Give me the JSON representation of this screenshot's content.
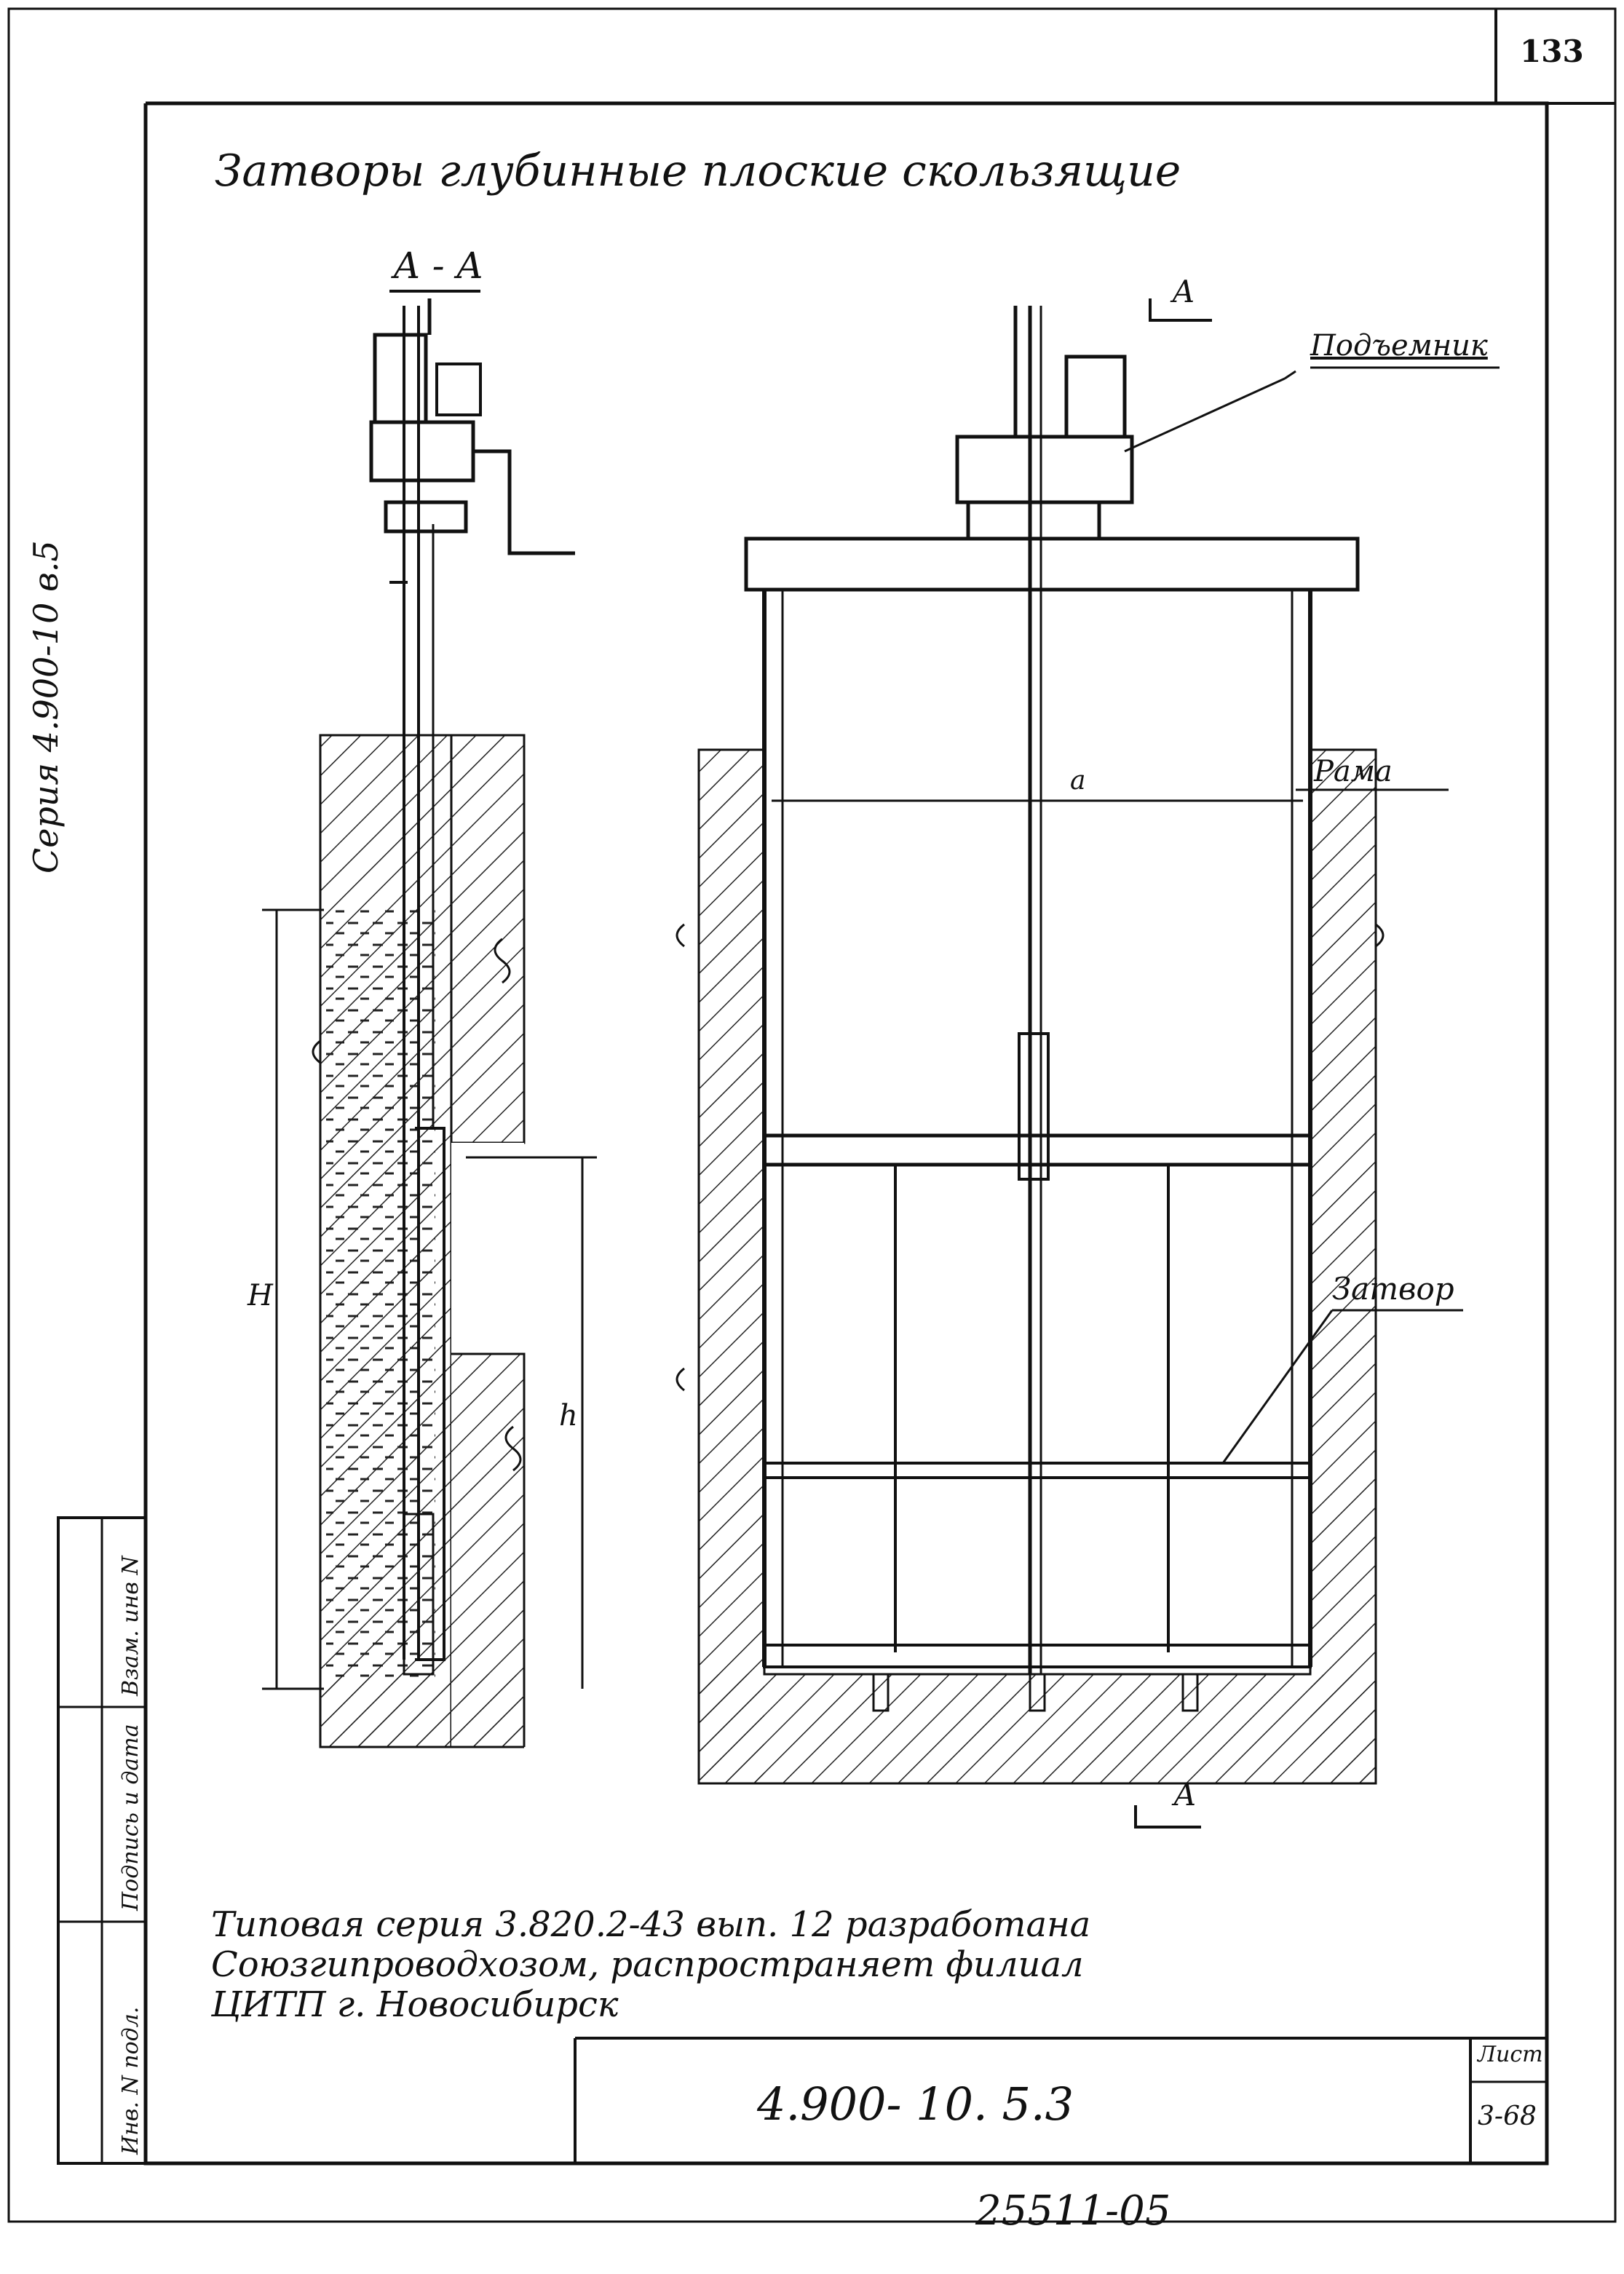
{
  "sheet": {
    "page_number": "133",
    "title": "Затворы глубинные плоские скользящие",
    "series_vertical": "Серия 4.900-10 в.5",
    "section_label": "А - А",
    "section_mark_top": "А",
    "section_mark_bottom": "А",
    "labels": {
      "hoist": "Подъемник",
      "frame": "Рама",
      "gate": "Затвор",
      "dim_H": "H",
      "dim_h": "h",
      "dim_a": "а"
    },
    "note_lines": [
      "Типовая серия 3.820.2-43 вып. 12 разработана",
      "Союзгипроводхозом, распространяет филиал",
      "ЦИТП г. Новосибирск"
    ],
    "stamp": {
      "code": "4.900- 10. 5.3",
      "sheet_header": "Лист",
      "sheet_value": "3-68"
    },
    "side_columns": [
      "Инв. N подл.",
      "Подпись и дата",
      "Взам. инв N"
    ],
    "bottom_handwritten": "25511-05"
  }
}
